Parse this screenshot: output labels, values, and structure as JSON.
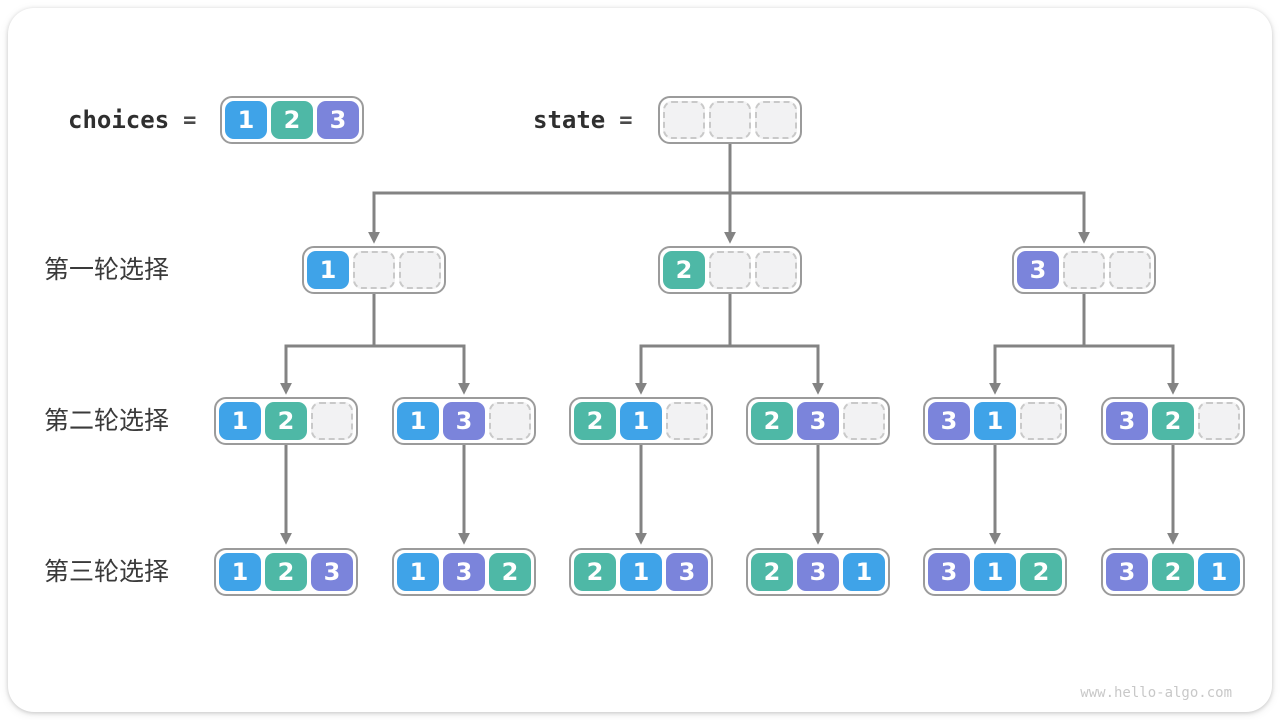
{
  "header": {
    "choices_label": "choices",
    "state_label": "state",
    "equals": "="
  },
  "rounds": [
    {
      "label": "第一轮选择"
    },
    {
      "label": "第二轮选择"
    },
    {
      "label": "第三轮选择"
    }
  ],
  "arrays": {
    "choices": [
      "1",
      "2",
      "3"
    ],
    "state": [
      "",
      "",
      ""
    ]
  },
  "tree": {
    "level1": [
      [
        "1",
        "",
        ""
      ],
      [
        "2",
        "",
        ""
      ],
      [
        "3",
        "",
        ""
      ]
    ],
    "level2": [
      [
        "1",
        "2",
        ""
      ],
      [
        "1",
        "3",
        ""
      ],
      [
        "2",
        "1",
        ""
      ],
      [
        "2",
        "3",
        ""
      ],
      [
        "3",
        "1",
        ""
      ],
      [
        "3",
        "2",
        ""
      ]
    ],
    "level3": [
      [
        "1",
        "2",
        "3"
      ],
      [
        "1",
        "3",
        "2"
      ],
      [
        "2",
        "1",
        "3"
      ],
      [
        "2",
        "3",
        "1"
      ],
      [
        "3",
        "1",
        "2"
      ],
      [
        "3",
        "2",
        "1"
      ]
    ]
  },
  "cell_colors": {
    "1": "#3FA3E8",
    "2": "#4EB8A6",
    "3": "#7B84DB"
  },
  "colors": {
    "arrow": "#838383",
    "box_border": "#9B9B9B",
    "empty_cell_bg": "#F2F2F3",
    "empty_cell_border": "#C9C9C9",
    "label_text": "#3A3A3A",
    "code_text": "#2F2F2F",
    "watermark": "#C8C8C8"
  },
  "watermark": "www.hello-algo.com"
}
